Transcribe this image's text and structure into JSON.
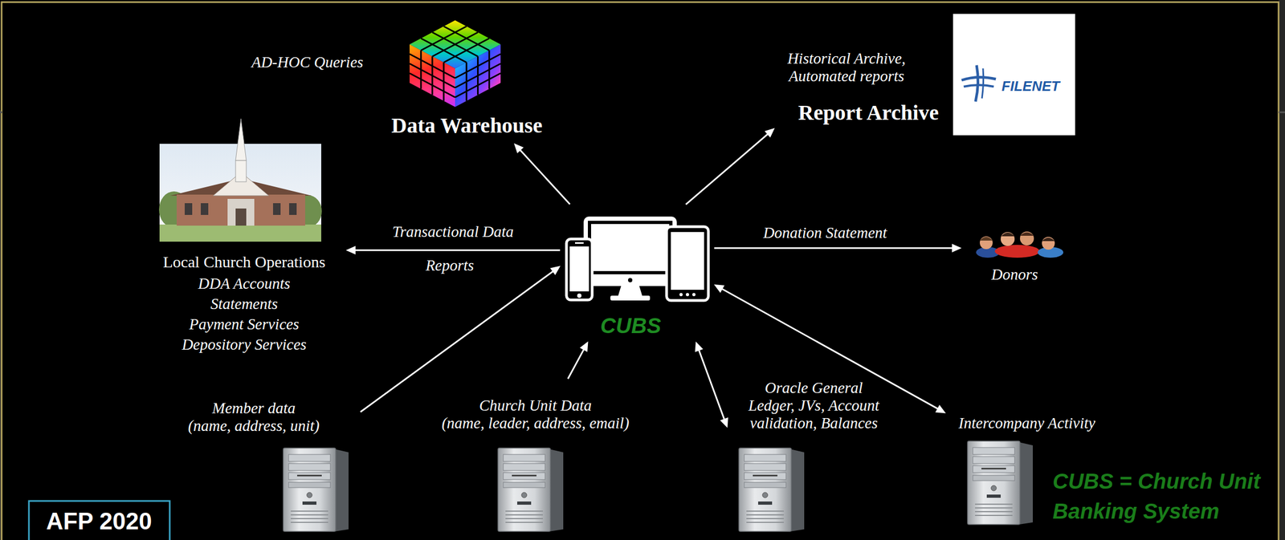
{
  "diagram": {
    "nodes": [
      {
        "text": [
          "AD-HOC Queries",
          "Data Warehouse"
        ]
      },
      {
        "text": [
          "Historical Archive, Automated reports",
          "Report Archive"
        ]
      },
      {
        "text": [
          "Local Church Operations",
          "DDA Accounts",
          "Statements",
          "Payment Services",
          "Depository Services"
        ]
      },
      {
        "text": [
          "CUBS"
        ]
      },
      {
        "text": [
          "Donors"
        ]
      },
      {
        "text": [
          "Member data (name, address, unit)"
        ]
      },
      {
        "text": [
          "Church Unit Data (name, leader, address, email)"
        ]
      },
      {
        "text": [
          "Oracle General Ledger, JVs, Account validation, Balances"
        ]
      },
      {
        "text": [
          "Intercompany Activity"
        ]
      }
    ],
    "edges": [
      {
        "from": 3,
        "to": 0,
        "arrow": "to"
      },
      {
        "from": 3,
        "to": 1,
        "arrow": "to"
      },
      {
        "from": 3,
        "to": 2,
        "arrow": "to",
        "label": "Transactional Data"
      },
      {
        "from": 3,
        "to": 4,
        "arrow": "to",
        "label": "Donation Statement"
      },
      {
        "from": 5,
        "to": 3,
        "arrow": "to"
      },
      {
        "from": 6,
        "to": 3,
        "arrow": "to"
      },
      {
        "from": 3,
        "to": 7,
        "arrow": "both"
      },
      {
        "from": 3,
        "to": 8,
        "arrow": "both"
      }
    ],
    "labels": [
      "Reports",
      "FILENET",
      "CUBS = Church Unit Banking System",
      "AFP 2020"
    ]
  }
}
